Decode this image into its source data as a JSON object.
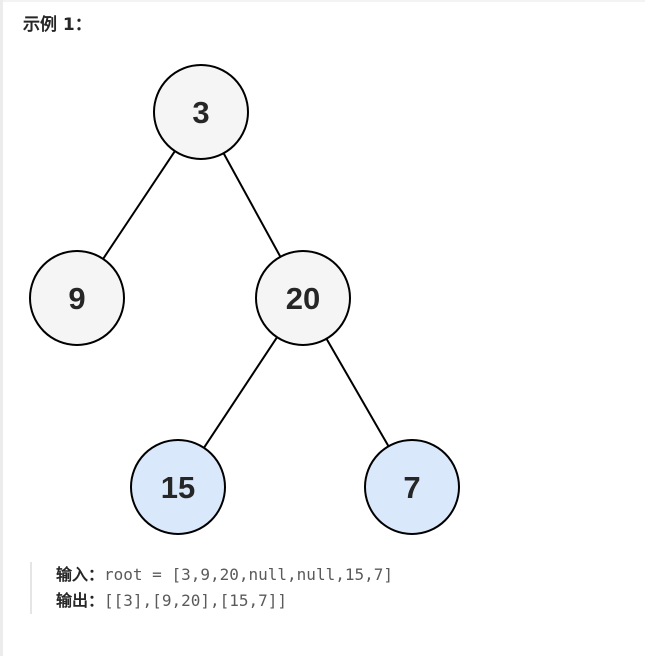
{
  "heading": "示例 1：",
  "tree": {
    "colors": {
      "default_fill": "#f5f5f5",
      "leaf_fill": "#dae8fc",
      "stroke": "#000000",
      "text": "#262626"
    },
    "nodes": [
      {
        "id": "n3",
        "label": "3",
        "fill": "default"
      },
      {
        "id": "n9",
        "label": "9",
        "fill": "default"
      },
      {
        "id": "n20",
        "label": "20",
        "fill": "default"
      },
      {
        "id": "n15",
        "label": "15",
        "fill": "leaf"
      },
      {
        "id": "n7",
        "label": "7",
        "fill": "leaf"
      }
    ],
    "edges": [
      [
        "n3",
        "n9"
      ],
      [
        "n3",
        "n20"
      ],
      [
        "n20",
        "n15"
      ],
      [
        "n20",
        "n7"
      ]
    ]
  },
  "example": {
    "input_label": "输入：",
    "input_value": "root = [3,9,20,null,null,15,7]",
    "output_label": "输出：",
    "output_value": "[[3],[9,20],[15,7]]"
  }
}
